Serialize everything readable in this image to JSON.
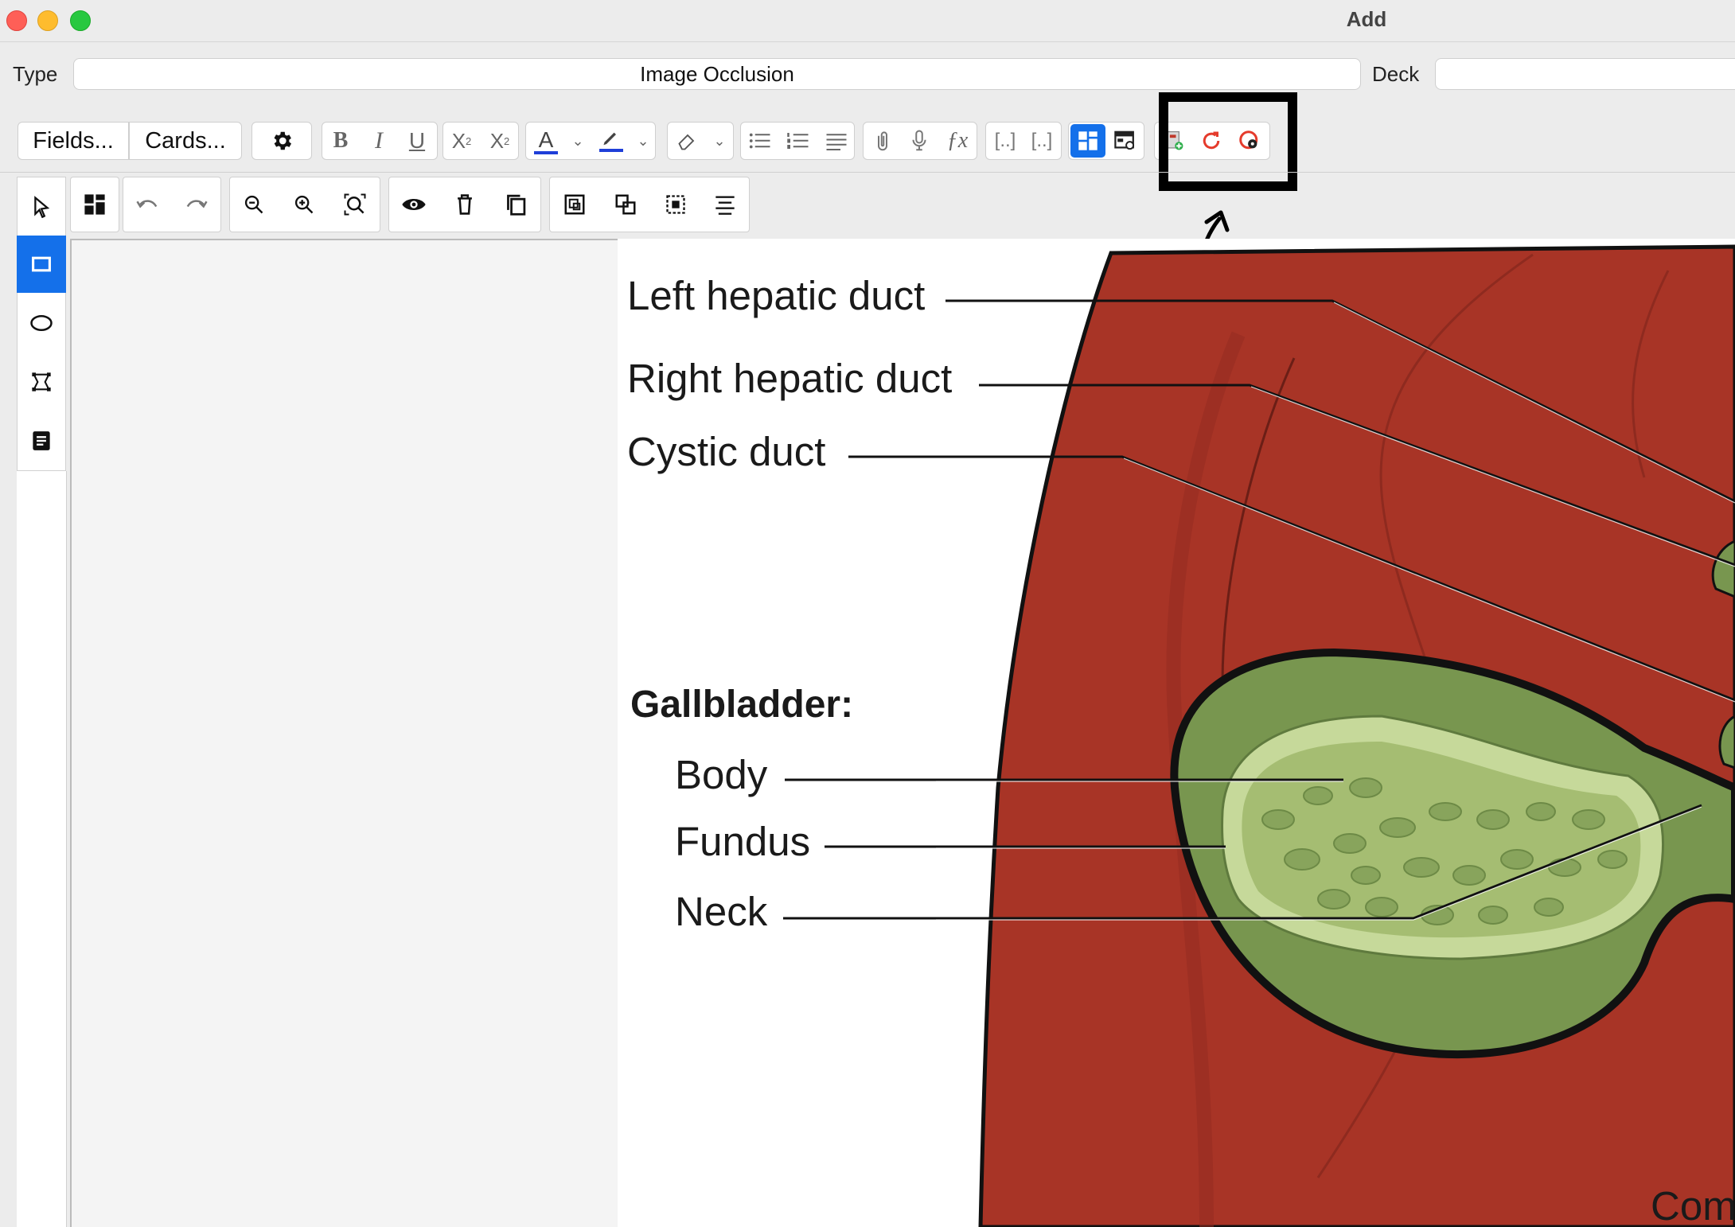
{
  "window": {
    "title": "Add"
  },
  "notetype": {
    "label": "Type",
    "value": "Image Occlusion"
  },
  "deck": {
    "label": "Deck",
    "value": ""
  },
  "toolbar": {
    "fields_label": "Fields...",
    "cards_label": "Cards...",
    "icons": [
      "gear-icon",
      "bold-icon",
      "italic-icon",
      "underline-icon",
      "superscript-icon",
      "subscript-icon",
      "text-color-icon",
      "highlight-color-icon",
      "eraser-icon",
      "bullet-list-icon",
      "numbered-list-icon",
      "align-icon",
      "attach-icon",
      "microphone-icon",
      "formula-icon",
      "cloze-icon",
      "cloze-same-icon",
      "image-occlusion-mask-icon",
      "image-occlusion-fields-icon",
      "new-image-icon",
      "undo-red-icon",
      "settings-red-icon"
    ]
  },
  "colors": {
    "accent": "#1470ea",
    "text_color_underline": "#1f3fd8",
    "liver": "#a83426",
    "gallbladder": "#7a9a52"
  },
  "diagram": {
    "labels": {
      "left_hepatic_duct": "Left hepatic duct",
      "right_hepatic_duct": "Right hepatic duct",
      "cystic_duct": "Cystic duct",
      "gallbladder_heading": "Gallbladder:",
      "body": "Body",
      "fundus": "Fundus",
      "neck": "Neck",
      "partial_label": "Com"
    }
  }
}
